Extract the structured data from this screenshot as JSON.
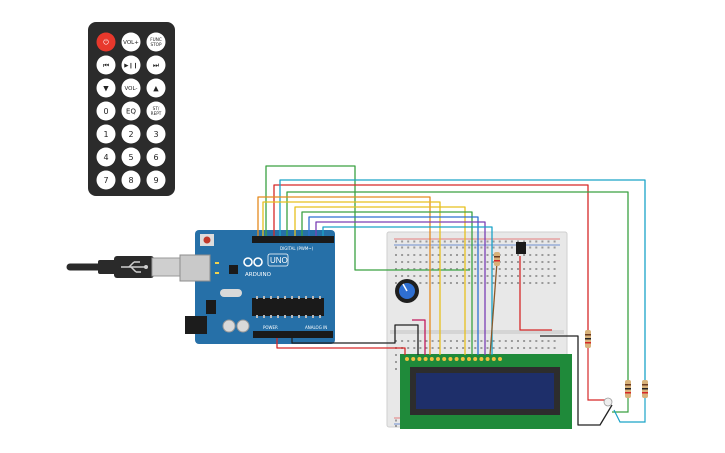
{
  "remote": {
    "buttons": [
      {
        "label": "⏻",
        "kind": "power"
      },
      {
        "label": "VOL+",
        "kind": "normal"
      },
      {
        "label": "FUNC/STOP",
        "kind": "normal",
        "lines": [
          "FUNC",
          "STOP"
        ]
      },
      {
        "label": "⏮",
        "kind": "normal"
      },
      {
        "label": "▶❙❙",
        "kind": "normal"
      },
      {
        "label": "⏭",
        "kind": "normal"
      },
      {
        "label": "▼",
        "kind": "normal"
      },
      {
        "label": "VOL-",
        "kind": "normal"
      },
      {
        "label": "▲",
        "kind": "normal"
      },
      {
        "label": "0",
        "kind": "normal"
      },
      {
        "label": "EQ",
        "kind": "normal"
      },
      {
        "label": "ST/REPT",
        "kind": "normal",
        "lines": [
          "ST/",
          "REPT"
        ]
      },
      {
        "label": "1",
        "kind": "normal"
      },
      {
        "label": "2",
        "kind": "normal"
      },
      {
        "label": "3",
        "kind": "normal"
      },
      {
        "label": "4",
        "kind": "normal"
      },
      {
        "label": "5",
        "kind": "normal"
      },
      {
        "label": "6",
        "kind": "normal"
      },
      {
        "label": "7",
        "kind": "normal"
      },
      {
        "label": "8",
        "kind": "normal"
      },
      {
        "label": "9",
        "kind": "normal"
      }
    ]
  },
  "arduino": {
    "brand": "ARDUINO",
    "model": "UNO",
    "digital_label": "DIGITAL (PWM~)",
    "power_label": "POWER",
    "analog_label": "ANALOG IN"
  },
  "colors": {
    "remote_body": "#2b2b2b",
    "remote_power": "#e8382c",
    "board": "#2670a8",
    "breadboard": "#e8e8e8",
    "lcd_pcb": "#1f8a3a",
    "lcd_screen": "#1e2f6a",
    "wire_red": "#d62828",
    "wire_green": "#3aa142",
    "wire_blue": "#2d6fd1",
    "wire_cyan": "#1aa3c8",
    "wire_yellow": "#e6c01e",
    "wire_orange": "#e58a1f",
    "wire_purple": "#7b3fb5",
    "wire_black": "#222222",
    "wire_brown": "#8a5a2b",
    "wire_magenta": "#c2185b"
  }
}
